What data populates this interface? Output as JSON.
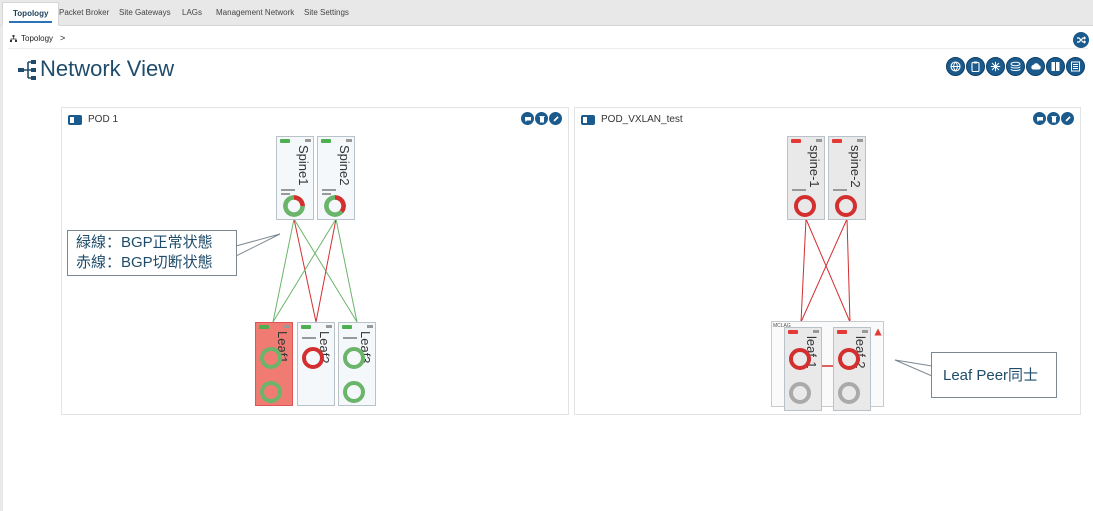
{
  "tabs": [
    {
      "label": "Topology",
      "active": true
    },
    {
      "label": "Packet Broker",
      "active": false
    },
    {
      "label": "Site Gateways",
      "active": false
    },
    {
      "label": "LAGs",
      "active": false
    },
    {
      "label": "Management Network",
      "active": false
    },
    {
      "label": "Site Settings",
      "active": false
    }
  ],
  "breadcrumb": {
    "icon": "topology-icon",
    "label": "Topology",
    "separator": ">"
  },
  "page_title": "Network View",
  "toolbar_icons": [
    "globe-icon",
    "clipboard-icon",
    "network-icon",
    "stack-icon",
    "cloud-icon",
    "book-icon",
    "list-icon"
  ],
  "pods": [
    {
      "name": "POD 1",
      "spines": [
        {
          "name": "Spine1",
          "status": "green",
          "ring": "mixed"
        },
        {
          "name": "Spine2",
          "status": "green",
          "ring": "mixed"
        }
      ],
      "leaves": [
        {
          "name": "Leaf1",
          "status": "red",
          "rings": [
            "green",
            "green"
          ]
        },
        {
          "name": "Leaf2",
          "status": "green",
          "rings": [
            "red"
          ]
        },
        {
          "name": "Leaf3",
          "status": "green",
          "rings": [
            "green",
            "green"
          ]
        }
      ]
    },
    {
      "name": "POD_VXLAN_test",
      "spines": [
        {
          "name": "spine-1",
          "status": "red",
          "ring": "red"
        },
        {
          "name": "spine-2",
          "status": "red",
          "ring": "red"
        }
      ],
      "mlag_label": "MCLAG",
      "leaves": [
        {
          "name": "leaf-1",
          "status": "red",
          "rings": [
            "red",
            "grey"
          ]
        },
        {
          "name": "leaf-2",
          "status": "red",
          "rings": [
            "red",
            "grey"
          ]
        }
      ]
    }
  ],
  "annotations": {
    "bgp_callout": [
      "緑線：BGP正常状態",
      "赤線：BGP切断状態"
    ],
    "leaf_peer_callout": "Leaf Peer同士"
  },
  "colors": {
    "accent": "#1b5a8c",
    "title": "#1f4c6b",
    "link_up": "#6ab56a",
    "link_down": "#d32f2f",
    "ring_grey": "#aaaaaa"
  }
}
